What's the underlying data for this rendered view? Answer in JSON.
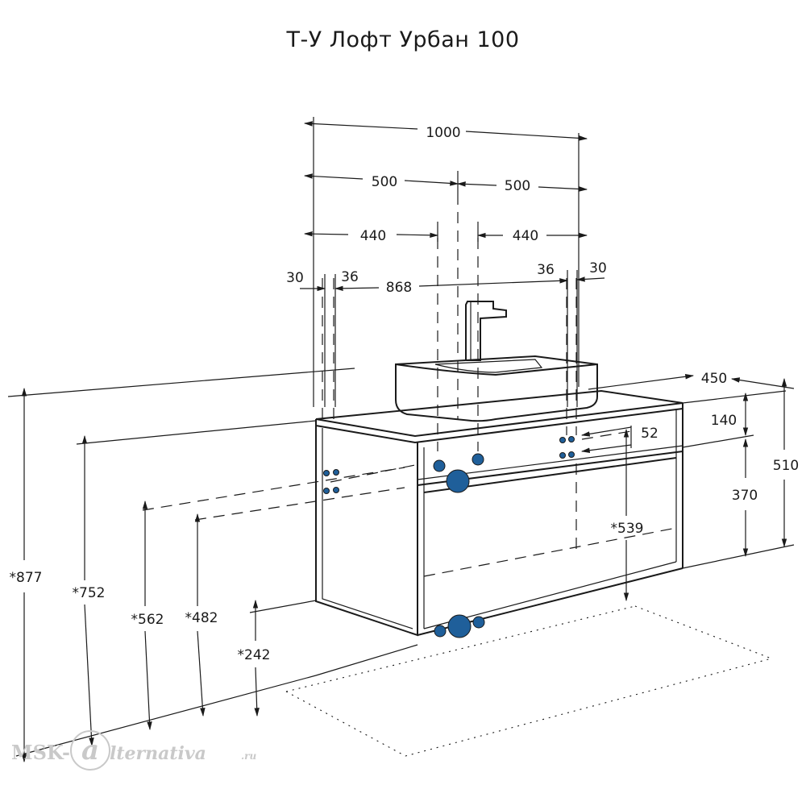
{
  "title": "Т-У Лофт Урбан 100",
  "dimensions": {
    "total_width": "1000",
    "half_left": "500",
    "half_right": "500",
    "bowl_left": "440",
    "bowl_right": "440",
    "inner_width": "868",
    "edge_left": "30",
    "side_left": "36",
    "side_right": "36",
    "edge_right": "30",
    "depth": "450",
    "top_height": "140",
    "drawer_height": "370",
    "total_height": "510",
    "niche_gap": "52",
    "drain_height": "*539",
    "height_877": "*877",
    "height_752": "*752",
    "height_562": "*562",
    "height_482": "*482",
    "height_242": "*242"
  },
  "watermark": {
    "prefix": "MSK-",
    "letter": "a",
    "rest": "lternativa",
    "suffix": ".ru"
  },
  "colors": {
    "line": "#1a1a1a",
    "port": "#1f5f9a",
    "watermark": "#c9c9c9"
  }
}
